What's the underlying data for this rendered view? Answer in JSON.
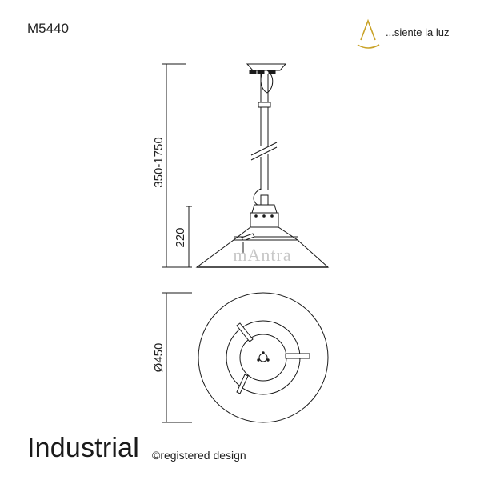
{
  "header": {
    "model_code": "M5440",
    "slogan": "...siente la luz"
  },
  "drawing": {
    "height_range": "350-1750",
    "shade_height": "220",
    "diameter": "Ø450",
    "watermark": "mAntra"
  },
  "footer": {
    "collection": "Industrial",
    "registered": "©registered design"
  },
  "colors": {
    "line": "#1a1a1a",
    "logo_gold": "#c9a227"
  }
}
